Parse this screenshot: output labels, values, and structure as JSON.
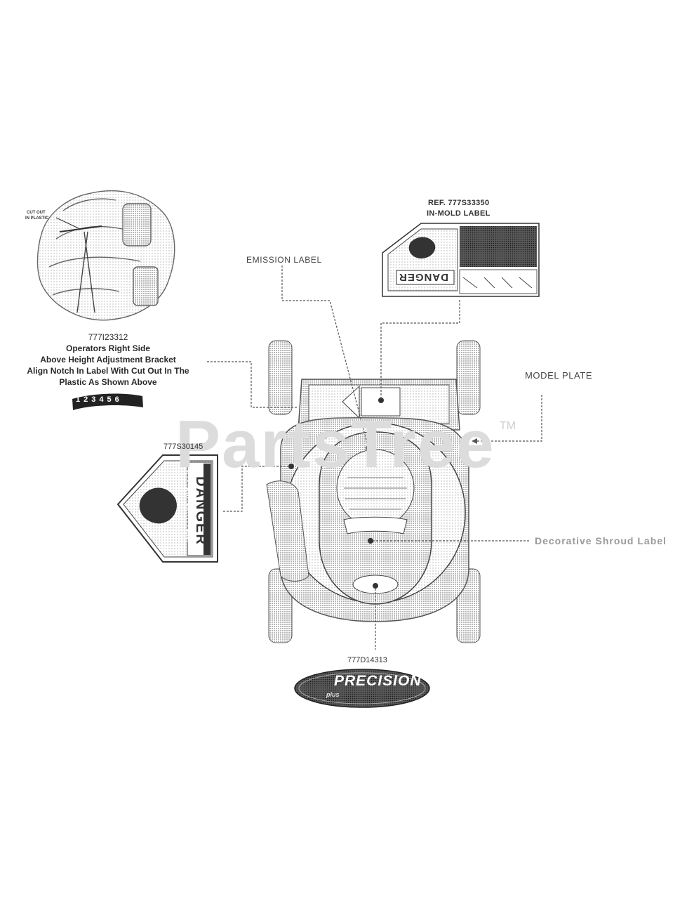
{
  "top_left_part": {
    "part_number": "777I23312",
    "lines": [
      "Operators Right Side",
      "Above Height Adjustment Bracket",
      "Align Notch In Label With Cut Out In The",
      "Plastic As Shown Above"
    ],
    "cut_out_text": "CUT OUT",
    "in_plastic_text": "IN PLASTIC",
    "gauge_digits": [
      "1",
      "2",
      "3",
      "4",
      "5",
      "6"
    ]
  },
  "inmold_label": {
    "ref": "REF. 777S33350",
    "title": "IN-MOLD LABEL",
    "danger_text": "DANGER"
  },
  "danger_decal": {
    "part_number": "777S30145",
    "danger_text": "DANGER",
    "keep_text": "KEEP HANDS AND FEET AWAY"
  },
  "callouts": {
    "emission_label": "EMISSION LABEL",
    "model_plate": "MODEL PLATE",
    "decorative_shroud_label": "Decorative Shroud Label"
  },
  "bottom_part": {
    "part_number": "777D14313",
    "logo_text": "PRECISION",
    "logo_sub": "plus"
  },
  "watermark": {
    "text": "PartsTree",
    "tm": "TM"
  }
}
